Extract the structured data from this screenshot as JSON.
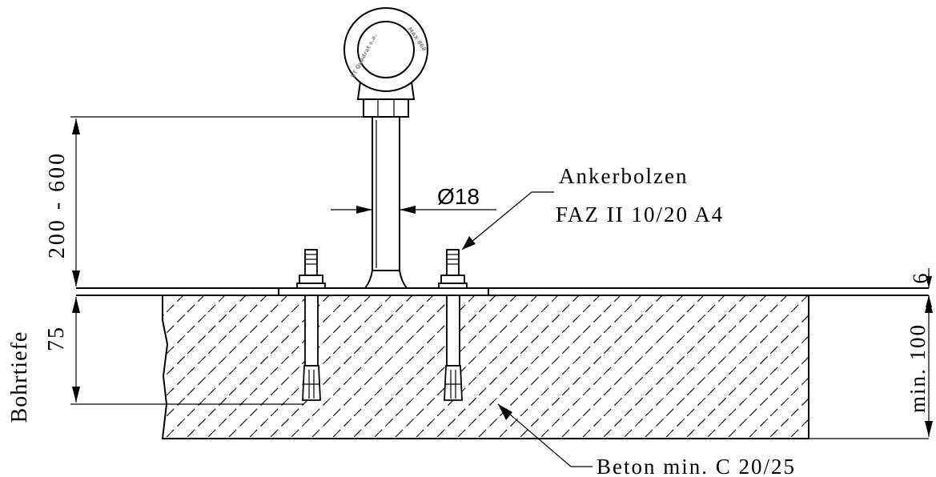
{
  "labels": {
    "height_range": "200 - 600",
    "diameter": "Ø18",
    "anchor_line1": "Ankerbolzen",
    "anchor_line2": "FAZ II 10/20 A4",
    "plate_thickness": "6",
    "drill_depth_value": "75",
    "drill_depth_label": "Bohrtiefe",
    "slab_thickness": "min. 100",
    "concrete": "Beton min. C 20/25"
  },
  "eyebolt_stamp": {
    "left": "ST Quadrat s.a.",
    "right": "MAX 868"
  }
}
